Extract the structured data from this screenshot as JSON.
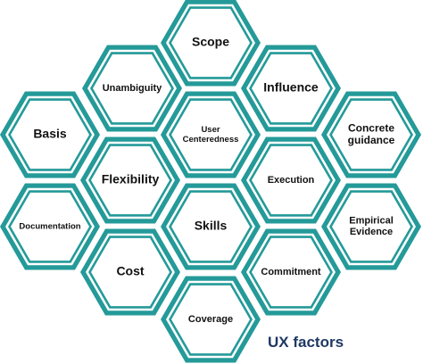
{
  "caption": "UX factors",
  "colors": {
    "teal": "#249a99",
    "ring": "#ffffff",
    "text": "#111111",
    "caption": "#1f3864"
  },
  "hexagons": [
    {
      "id": "scope",
      "lines": [
        "Scope"
      ],
      "size": "large"
    },
    {
      "id": "unambiguity",
      "lines": [
        "Unambiguity"
      ],
      "size": "small"
    },
    {
      "id": "influence",
      "lines": [
        "Influence"
      ],
      "size": "large"
    },
    {
      "id": "basis",
      "lines": [
        "Basis"
      ],
      "size": "large"
    },
    {
      "id": "user-centeredness",
      "lines": [
        "User",
        "Centeredness"
      ],
      "size": "tiny"
    },
    {
      "id": "concrete-guidance",
      "lines": [
        "Concrete",
        "guidance"
      ],
      "size": "medium"
    },
    {
      "id": "flexibility",
      "lines": [
        "Flexibility"
      ],
      "size": "large"
    },
    {
      "id": "execution",
      "lines": [
        "Execution"
      ],
      "size": "small"
    },
    {
      "id": "documentation",
      "lines": [
        "Documentation"
      ],
      "size": "tiny"
    },
    {
      "id": "skills",
      "lines": [
        "Skills"
      ],
      "size": "large"
    },
    {
      "id": "empirical-evidence",
      "lines": [
        "Empirical",
        "Evidence"
      ],
      "size": "small"
    },
    {
      "id": "cost",
      "lines": [
        "Cost"
      ],
      "size": "large"
    },
    {
      "id": "commitment",
      "lines": [
        "Commitment"
      ],
      "size": "small"
    },
    {
      "id": "coverage",
      "lines": [
        "Coverage"
      ],
      "size": "small"
    }
  ]
}
